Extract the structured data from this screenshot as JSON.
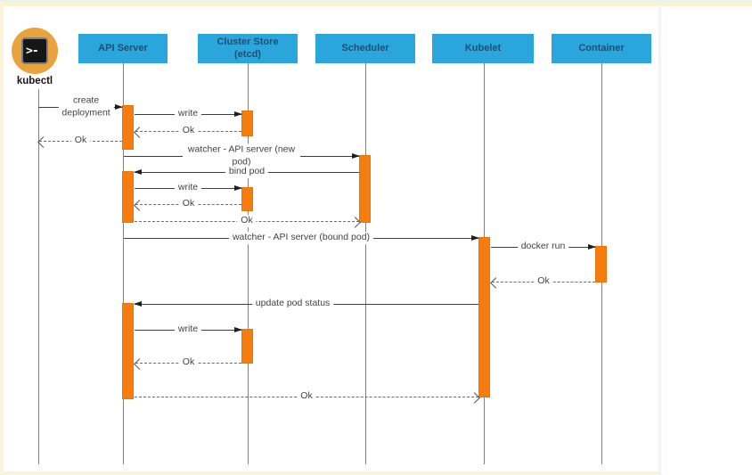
{
  "actors": [
    {
      "id": "kubectl",
      "label": "kubectl",
      "icon_glyph": ">-"
    },
    {
      "id": "api-server",
      "label": "API Server"
    },
    {
      "id": "cluster-store",
      "label": "Cluster Store\n(etcd)"
    },
    {
      "id": "scheduler",
      "label": "Scheduler"
    },
    {
      "id": "kubelet",
      "label": "Kubelet"
    },
    {
      "id": "container",
      "label": "Container"
    }
  ],
  "messages": [
    {
      "from": "kubectl",
      "to": "api-server",
      "label": "create\ndeployment",
      "style": "solid"
    },
    {
      "from": "api-server",
      "to": "cluster-store",
      "label": "write",
      "style": "solid"
    },
    {
      "from": "cluster-store",
      "to": "api-server",
      "label": "Ok",
      "style": "dashed"
    },
    {
      "from": "api-server",
      "to": "kubectl",
      "label": "Ok",
      "style": "dashed"
    },
    {
      "from": "api-server",
      "to": "scheduler",
      "label": "watcher - API server (new pod)",
      "style": "solid"
    },
    {
      "from": "scheduler",
      "to": "api-server",
      "label": "bind pod",
      "style": "solid"
    },
    {
      "from": "api-server",
      "to": "cluster-store",
      "label": "write",
      "style": "solid"
    },
    {
      "from": "cluster-store",
      "to": "api-server",
      "label": "Ok",
      "style": "dashed"
    },
    {
      "from": "api-server",
      "to": "scheduler",
      "label": "Ok",
      "style": "dashed"
    },
    {
      "from": "api-server",
      "to": "kubelet",
      "label": "watcher - API server (bound pod)",
      "style": "solid"
    },
    {
      "from": "kubelet",
      "to": "container",
      "label": "docker run",
      "style": "solid"
    },
    {
      "from": "container",
      "to": "kubelet",
      "label": "Ok",
      "style": "dashed"
    },
    {
      "from": "kubelet",
      "to": "api-server",
      "label": "update pod status",
      "style": "solid"
    },
    {
      "from": "api-server",
      "to": "cluster-store",
      "label": "write",
      "style": "solid"
    },
    {
      "from": "cluster-store",
      "to": "api-server",
      "label": "Ok",
      "style": "dashed"
    },
    {
      "from": "api-server",
      "to": "kubelet",
      "label": "Ok",
      "style": "dashed"
    }
  ],
  "colors": {
    "actor_fill": "#2ba6dc",
    "actor_text": "#1d4f70",
    "activation": "#f57d0e",
    "solid_line": "#3f3f3f",
    "dashed_line": "#6b6b6b",
    "lifeline": "#828282",
    "kubectl_circle": "#e9a23c",
    "frame_border": "#faf3d2"
  }
}
